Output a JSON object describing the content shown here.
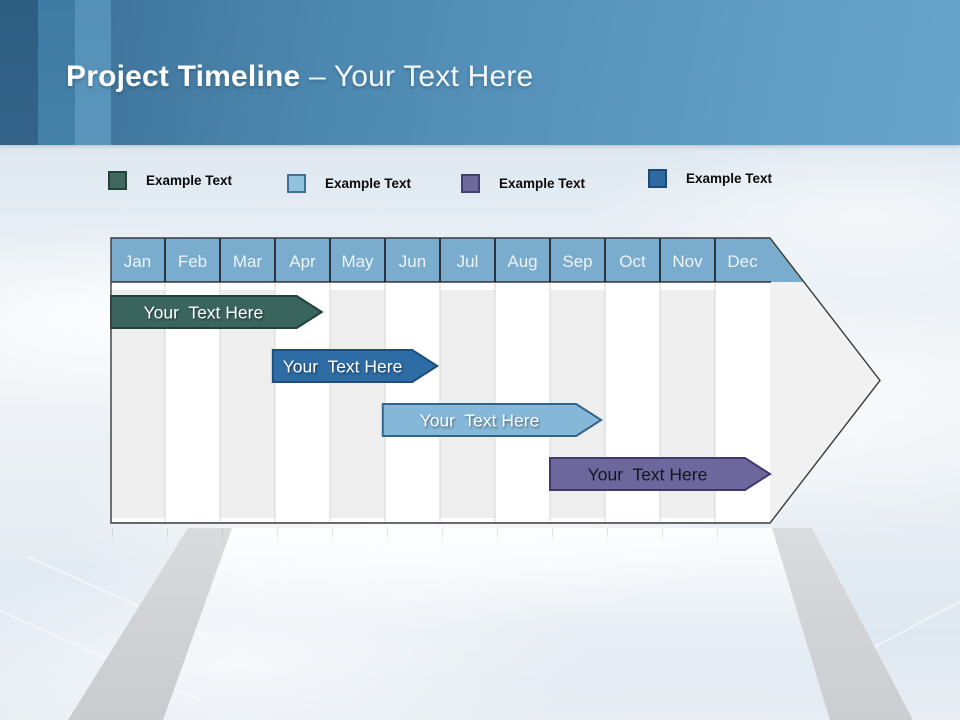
{
  "header": {
    "title_main": "Project Timeline",
    "title_suffix": " – Your Text Here"
  },
  "legend": {
    "items": [
      {
        "label": "Example Text",
        "color": "#40695d",
        "border": "#24403a"
      },
      {
        "label": "Example Text",
        "color": "#92c3dd",
        "border": "#3e7294"
      },
      {
        "label": "Example Text",
        "color": "#6f689c",
        "border": "#443f6e"
      },
      {
        "label": "Example Text",
        "color": "#2f6ba1",
        "border": "#1c4a74"
      }
    ]
  },
  "chart_data": {
    "type": "bar",
    "subtype": "gantt-timeline",
    "title": "Project Timeline – Your Text Here",
    "months": [
      "Jan",
      "Feb",
      "Mar",
      "Apr",
      "May",
      "Jun",
      "Jul",
      "Aug",
      "Sep",
      "Oct",
      "Nov",
      "Dec"
    ],
    "header_fill": "#7aacce",
    "grid": {
      "alternating_columns": true,
      "odd_column_fill": "#eeeeee",
      "even_column_fill": "#ffffff"
    },
    "bars": [
      {
        "label": "Your  Text Here",
        "row": 1,
        "start_month": "Jan",
        "end_month": "Apr",
        "start": 0.0,
        "end": 3.85,
        "color": "#3a655f",
        "border": "#20413c",
        "text_color": "#ffffff"
      },
      {
        "label": "Your  Text Here",
        "row": 2,
        "start_month": "Apr",
        "end_month": "Jun",
        "start": 2.96,
        "end": 5.95,
        "color": "#2e6ca6",
        "border": "#1d4d7c",
        "text_color": "#ffffff"
      },
      {
        "label": "Your  Text Here",
        "row": 3,
        "start_month": "Jun",
        "end_month": "Sep",
        "start": 4.96,
        "end": 8.93,
        "color": "#85b8d8",
        "border": "#33658c",
        "text_color": "#ffffff"
      },
      {
        "label": "Your  Text Here",
        "row": 4,
        "start_month": "Sep",
        "end_month": "Dec",
        "start": 8.0,
        "end": 12.0,
        "color": "#6e679d",
        "border": "#3f3a6b",
        "text_color": "#16161f"
      }
    ]
  }
}
